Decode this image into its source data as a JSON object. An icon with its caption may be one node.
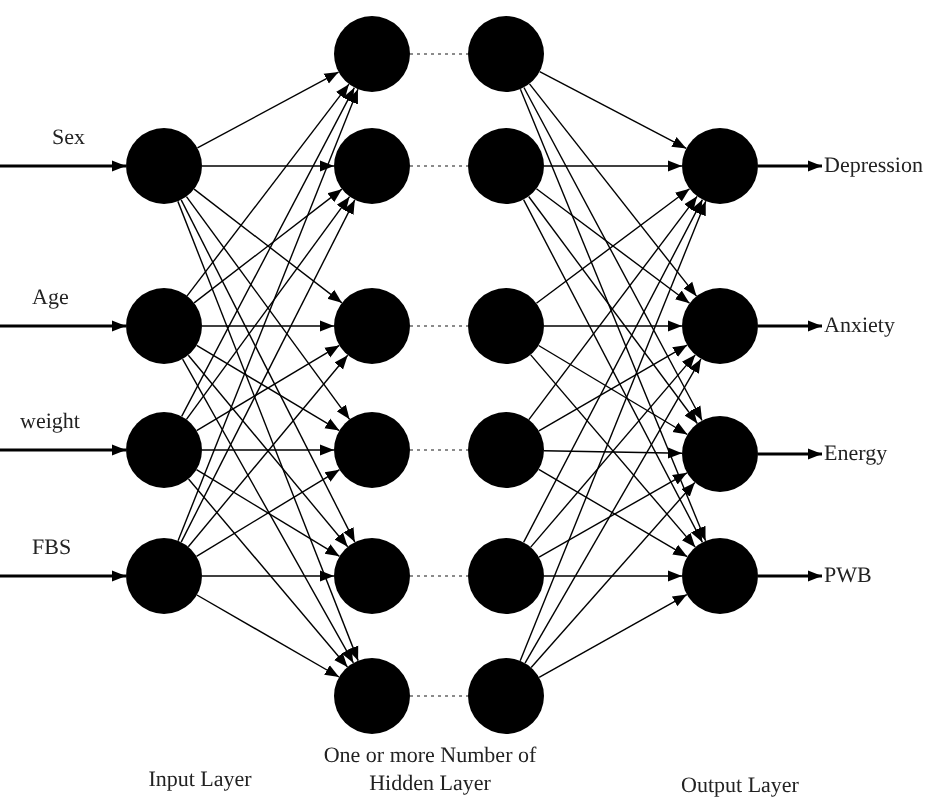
{
  "diagram": {
    "nodes": [
      {
        "text": [],
        "shape": "circle"
      },
      {
        "text": [],
        "shape": "circle"
      },
      {
        "text": [],
        "shape": "circle"
      },
      {
        "text": [],
        "shape": "circle"
      },
      {
        "text": [],
        "shape": "circle"
      },
      {
        "text": [],
        "shape": "circle"
      },
      {
        "text": [],
        "shape": "circle"
      },
      {
        "text": [],
        "shape": "circle"
      },
      {
        "text": [],
        "shape": "circle"
      },
      {
        "text": [],
        "shape": "circle"
      },
      {
        "text": [],
        "shape": "circle"
      },
      {
        "text": [],
        "shape": "circle"
      },
      {
        "text": [],
        "shape": "circle"
      },
      {
        "text": [],
        "shape": "circle"
      },
      {
        "text": [],
        "shape": "circle"
      },
      {
        "text": [],
        "shape": "circle"
      },
      {
        "text": [],
        "shape": "circle"
      },
      {
        "text": [],
        "shape": "circle"
      },
      {
        "text": [],
        "shape": "circle"
      },
      {
        "text": [],
        "shape": "circle"
      },
      {
        "text": [
          "Depression"
        ]
      },
      {
        "text": [
          "Anxiety"
        ]
      },
      {
        "text": [
          "Energy"
        ]
      },
      {
        "text": [
          "PWB"
        ]
      }
    ],
    "edges": [
      {
        "from": null,
        "to": 0,
        "arrow": "to",
        "label": "Sex"
      },
      {
        "from": null,
        "to": 1,
        "arrow": "to",
        "label": "Age"
      },
      {
        "from": null,
        "to": 2,
        "arrow": "to",
        "label": "weight"
      },
      {
        "from": null,
        "to": 3,
        "arrow": "to",
        "label": "FBS"
      },
      {
        "from": 0,
        "to": 4,
        "arrow": "to"
      },
      {
        "from": 0,
        "to": 5,
        "arrow": "to"
      },
      {
        "from": 0,
        "to": 6,
        "arrow": "to"
      },
      {
        "from": 0,
        "to": 7,
        "arrow": "to"
      },
      {
        "from": 0,
        "to": 8,
        "arrow": "to"
      },
      {
        "from": 0,
        "to": 9,
        "arrow": "to"
      },
      {
        "from": 1,
        "to": 4,
        "arrow": "to"
      },
      {
        "from": 1,
        "to": 5,
        "arrow": "to"
      },
      {
        "from": 1,
        "to": 6,
        "arrow": "to"
      },
      {
        "from": 1,
        "to": 7,
        "arrow": "to"
      },
      {
        "from": 1,
        "to": 8,
        "arrow": "to"
      },
      {
        "from": 1,
        "to": 9,
        "arrow": "to"
      },
      {
        "from": 2,
        "to": 4,
        "arrow": "to"
      },
      {
        "from": 2,
        "to": 5,
        "arrow": "to"
      },
      {
        "from": 2,
        "to": 6,
        "arrow": "to"
      },
      {
        "from": 2,
        "to": 7,
        "arrow": "to"
      },
      {
        "from": 2,
        "to": 8,
        "arrow": "to"
      },
      {
        "from": 2,
        "to": 9,
        "arrow": "to"
      },
      {
        "from": 3,
        "to": 4,
        "arrow": "to"
      },
      {
        "from": 3,
        "to": 5,
        "arrow": "to"
      },
      {
        "from": 3,
        "to": 6,
        "arrow": "to"
      },
      {
        "from": 3,
        "to": 7,
        "arrow": "to"
      },
      {
        "from": 3,
        "to": 8,
        "arrow": "to"
      },
      {
        "from": 3,
        "to": 9,
        "arrow": "to"
      },
      {
        "from": 4,
        "to": 10,
        "arrow": "none",
        "style": "dashed",
        "color": "#666666"
      },
      {
        "from": 5,
        "to": 11,
        "arrow": "none",
        "style": "dashed",
        "color": "#666666"
      },
      {
        "from": 6,
        "to": 12,
        "arrow": "none",
        "style": "dashed",
        "color": "#666666"
      },
      {
        "from": 7,
        "to": 13,
        "arrow": "none",
        "style": "dashed",
        "color": "#666666"
      },
      {
        "from": 8,
        "to": 14,
        "arrow": "none",
        "style": "dashed",
        "color": "#666666"
      },
      {
        "from": 9,
        "to": 15,
        "arrow": "none",
        "style": "dashed",
        "color": "#666666"
      },
      {
        "from": 10,
        "to": 16,
        "arrow": "to"
      },
      {
        "from": 10,
        "to": 17,
        "arrow": "to"
      },
      {
        "from": 10,
        "to": 18,
        "arrow": "to"
      },
      {
        "from": 10,
        "to": 19,
        "arrow": "to"
      },
      {
        "from": 11,
        "to": 16,
        "arrow": "to"
      },
      {
        "from": 11,
        "to": 17,
        "arrow": "to"
      },
      {
        "from": 11,
        "to": 18,
        "arrow": "to"
      },
      {
        "from": 11,
        "to": 19,
        "arrow": "to"
      },
      {
        "from": 12,
        "to": 16,
        "arrow": "to"
      },
      {
        "from": 12,
        "to": 17,
        "arrow": "to"
      },
      {
        "from": 12,
        "to": 18,
        "arrow": "to"
      },
      {
        "from": 12,
        "to": 19,
        "arrow": "to"
      },
      {
        "from": 13,
        "to": 16,
        "arrow": "to"
      },
      {
        "from": 13,
        "to": 17,
        "arrow": "to"
      },
      {
        "from": 13,
        "to": 18,
        "arrow": "to"
      },
      {
        "from": 13,
        "to": 19,
        "arrow": "to"
      },
      {
        "from": 14,
        "to": 16,
        "arrow": "to"
      },
      {
        "from": 14,
        "to": 17,
        "arrow": "to"
      },
      {
        "from": 14,
        "to": 18,
        "arrow": "to"
      },
      {
        "from": 14,
        "to": 19,
        "arrow": "to"
      },
      {
        "from": 15,
        "to": 16,
        "arrow": "to"
      },
      {
        "from": 15,
        "to": 17,
        "arrow": "to"
      },
      {
        "from": 15,
        "to": 18,
        "arrow": "to"
      },
      {
        "from": 15,
        "to": 19,
        "arrow": "to"
      },
      {
        "from": 16,
        "to": 20,
        "arrow": "to"
      },
      {
        "from": 17,
        "to": 21,
        "arrow": "to"
      },
      {
        "from": 18,
        "to": 22,
        "arrow": "to"
      },
      {
        "from": 19,
        "to": 23,
        "arrow": "to"
      }
    ],
    "labels": [
      "Input Layer",
      "One or more Number of Hidden Layer",
      "Output Layer"
    ]
  }
}
